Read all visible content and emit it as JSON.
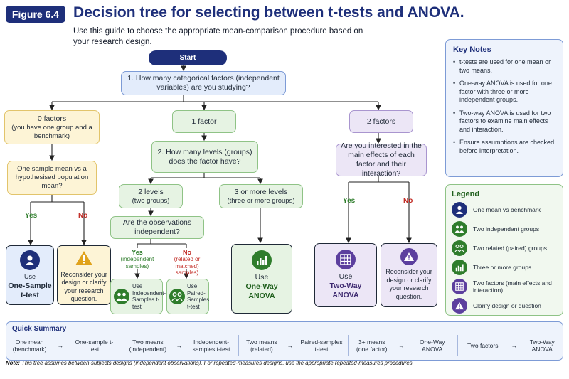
{
  "figure_label": "Figure 6.4",
  "title": "Decision tree for selecting between t-tests and ANOVA.",
  "subtitle": "Use this guide to choose the appropriate mean-comparison procedure based on your research design.",
  "start": "Start",
  "q1": "1. How many categorical factors (independent variables) are you studying?",
  "zero": {
    "title": "0 factors",
    "desc": "(you have one group and a benchmark)",
    "question": "One sample mean vs a hypothesised population mean?",
    "yes": "Yes",
    "no": "No",
    "yes_result": {
      "line1": "Use",
      "line2": "One-Sample t-test"
    },
    "no_result": "Reconsider your design or clarify your research question."
  },
  "one": {
    "title": "1 factor",
    "q2": "2. How many levels (groups) does the factor have?",
    "two_levels": {
      "title": "2 levels",
      "desc": "(two groups)",
      "question": "Are the observations independent?",
      "yes": "Yes",
      "yes_sub": "(independent samples)",
      "no": "No",
      "no_sub": "(related or matched) samples)",
      "yes_result": "Use Independent-Samples t-test",
      "no_result": "Use Paired-Samples t-test"
    },
    "three_levels": {
      "title": "3 or more levels",
      "desc": "(three or more groups)",
      "result_line1": "Use",
      "result_line2": "One-Way ANOVA"
    }
  },
  "two": {
    "title": "2 factors",
    "question": "Are you interested in the main effects of each factor and their interaction?",
    "yes": "Yes",
    "no": "No",
    "yes_result": {
      "line1": "Use",
      "line2": "Two-Way ANOVA"
    },
    "no_result": "Reconsider your design or clarify your research question."
  },
  "key_notes": {
    "title": "Key Notes",
    "items": [
      "t-tests are used for one mean or two means.",
      "One-way ANOVA is used for one factor with three or more independent groups.",
      "Two-way ANOVA is used for two factors to examine main effects and interaction.",
      "Ensure assumptions are checked before interpretation."
    ]
  },
  "legend": {
    "title": "Legend",
    "items": [
      {
        "icon": "person-icon",
        "label": "One mean vs benchmark"
      },
      {
        "icon": "two-groups-icon",
        "label": "Two independent groups"
      },
      {
        "icon": "paired-groups-icon",
        "label": "Two related (paired) groups"
      },
      {
        "icon": "bar-chart-icon",
        "label": "Three or more groups"
      },
      {
        "icon": "grid-icon",
        "label": "Two factors (main effects and interaction)"
      },
      {
        "icon": "warning-icon",
        "label": "Clarify design or question"
      }
    ]
  },
  "summary": {
    "title": "Quick Summary",
    "items": [
      {
        "from": "One mean (benchmark)",
        "to": "One-sample t-test"
      },
      {
        "from": "Two means (independent)",
        "to": "Independent-samples t-test"
      },
      {
        "from": "Two means (related)",
        "to": "Paired-samples t-test"
      },
      {
        "from": "3+ means (one factor)",
        "to": "One-Way ANOVA"
      },
      {
        "from": "Two factors",
        "to": "Two-Way ANOVA"
      }
    ]
  },
  "note": {
    "label": "Note:",
    "text": "This tree assumes between-subjects designs (independent observations). For repeated-measures designs, use the appropriate repeated-measures procedures."
  },
  "colors": {
    "navy": "#1e2f7a",
    "green": "#2f7d2c",
    "red": "#c0261f",
    "purple": "#5c3f9e",
    "amber": "#e0a21b"
  }
}
